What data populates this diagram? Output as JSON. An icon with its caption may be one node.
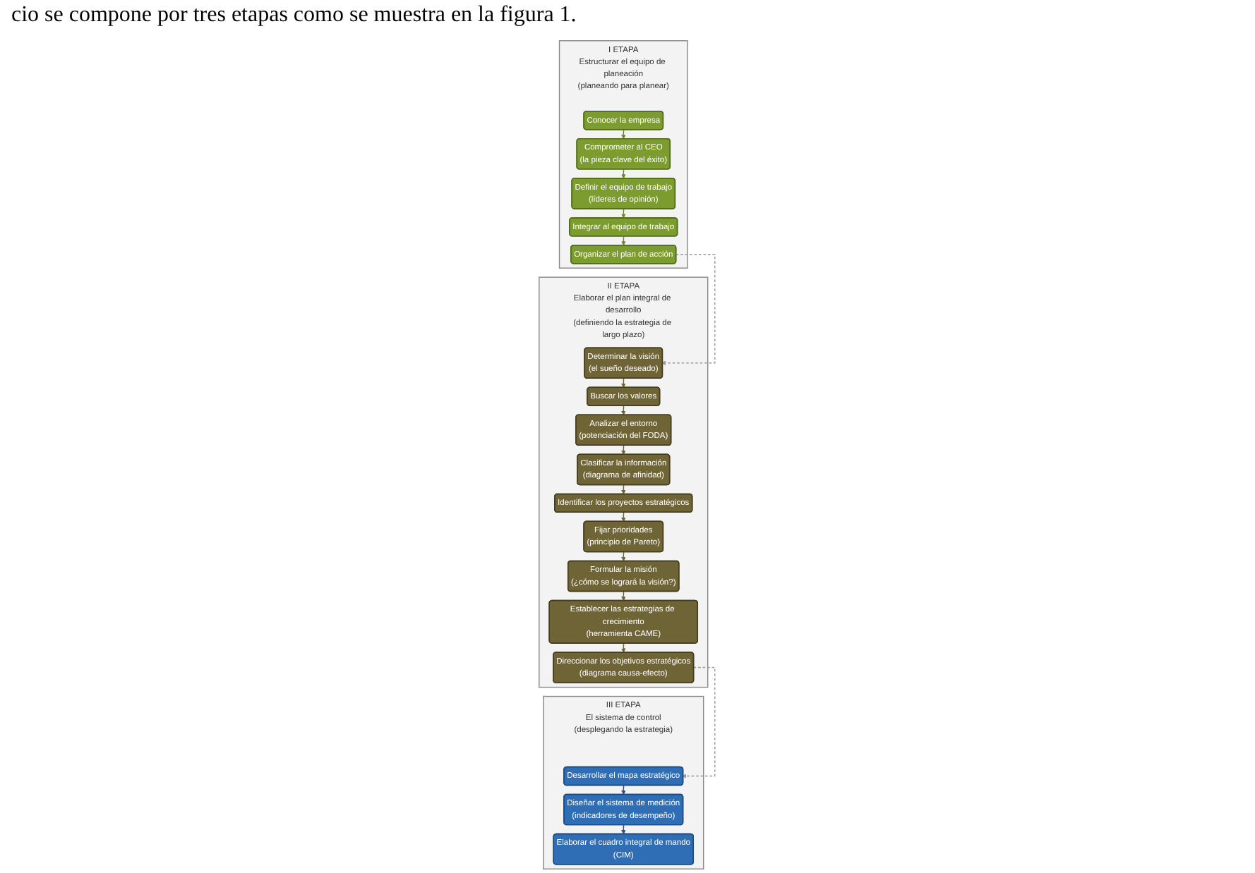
{
  "diagram": {
    "nodes": [
      {
        "text": [
          "I ETAPA",
          "Estructurar el equipo de planeación",
          "(planeando para planear)"
        ]
      },
      {
        "text": [
          "Conocer la empresa"
        ],
        "in": 0
      },
      {
        "text": [
          "Comprometer al CEO",
          "(la pieza clave del éxito)"
        ],
        "in": 0
      },
      {
        "text": [
          "Definir el equipo de trabajo",
          "(líderes de opinión)"
        ],
        "in": 0
      },
      {
        "text": [
          "Integrar al equipo de trabajo"
        ],
        "in": 0
      },
      {
        "text": [
          "Organizar el plan de acción"
        ],
        "in": 0
      },
      {
        "text": [
          "II ETAPA",
          "Elaborar el plan integral de desarrollo",
          "(definiendo la estrategia de largo plazo)"
        ]
      },
      {
        "text": [
          "Determinar la visión",
          "(el sueño deseado)"
        ],
        "in": 6
      },
      {
        "text": [
          "Buscar los valores"
        ],
        "in": 6
      },
      {
        "text": [
          "Analizar el entorno",
          "(potenciación del FODA)"
        ],
        "in": 6
      },
      {
        "text": [
          "Clasificar la información",
          "(diagrama de afinidad)"
        ],
        "in": 6
      },
      {
        "text": [
          "Identificar los proyectos estratégicos"
        ],
        "in": 6
      },
      {
        "text": [
          "Fijar prioridades",
          "(principio de Pareto)"
        ],
        "in": 6
      },
      {
        "text": [
          "Formular la misión",
          "(¿cómo se logrará la visión?)"
        ],
        "in": 6
      },
      {
        "text": [
          "Establecer las estrategias de crecimiento",
          "(herramienta CAME)"
        ],
        "in": 6
      },
      {
        "text": [
          "Direccionar los objetivos estratégicos",
          "(diagrama causa-efecto)"
        ],
        "in": 6
      },
      {
        "text": [
          "III ETAPA",
          "El sistema de control",
          "(desplegando la estrategia)"
        ]
      },
      {
        "text": [
          "Desarrollar el mapa estratégico"
        ],
        "in": 16
      },
      {
        "text": [
          "Diseñar el sistema de medición",
          "(indicadores de desempeño)"
        ],
        "in": 16
      },
      {
        "text": [
          "Elaborar el cuadro integral de mando",
          "(CIM)"
        ],
        "in": 16
      }
    ],
    "edges": [
      {
        "from": 1,
        "to": 2,
        "arrow": "to",
        "color": "#6b8e23"
      },
      {
        "from": 2,
        "to": 3,
        "arrow": "to",
        "color": "#6b8e23"
      },
      {
        "from": 3,
        "to": 4,
        "arrow": "to",
        "color": "#6b8e23"
      },
      {
        "from": 4,
        "to": 5,
        "arrow": "to",
        "color": "#6b8e23"
      },
      {
        "from": 5,
        "to": 7,
        "arrow": "to",
        "style": "dashed",
        "color": "#999999"
      },
      {
        "from": 7,
        "to": 8,
        "arrow": "to"
      },
      {
        "from": 8,
        "to": 9,
        "arrow": "to"
      },
      {
        "from": 9,
        "to": 10,
        "arrow": "to"
      },
      {
        "from": 10,
        "to": 11,
        "arrow": "to"
      },
      {
        "from": 11,
        "to": 12,
        "arrow": "to"
      },
      {
        "from": 12,
        "to": 13,
        "arrow": "to"
      },
      {
        "from": 13,
        "to": 14,
        "arrow": "to"
      },
      {
        "from": 14,
        "to": 15,
        "arrow": "to"
      },
      {
        "from": 15,
        "to": 17,
        "arrow": "to",
        "style": "dashed",
        "color": "#999999"
      },
      {
        "from": 17,
        "to": 18,
        "arrow": "to",
        "color": "#2a4f80"
      },
      {
        "from": 18,
        "to": 19,
        "arrow": "to",
        "color": "#2a4f80"
      }
    ],
    "labels": [
      "cio se compone por tres etapas como se muestra en la figura 1."
    ]
  }
}
